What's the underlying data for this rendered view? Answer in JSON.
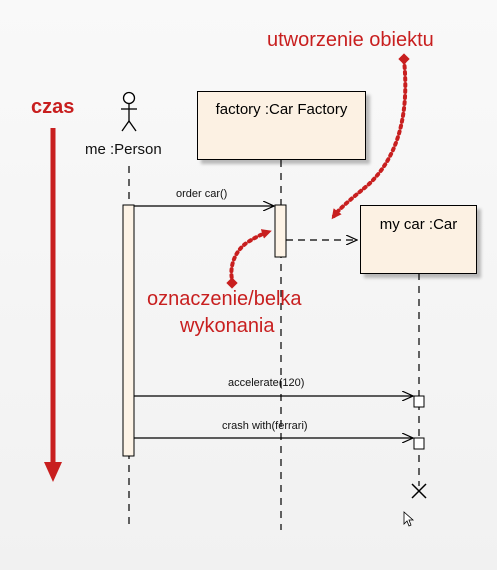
{
  "diagram": {
    "time_label": "czas",
    "actor_label": "me :Person",
    "factory_label": "factory :Car Factory",
    "car_label": "my car :Car",
    "msg_order": "order car()",
    "msg_accelerate": "accelerate(120)",
    "msg_crash": "crash with(ferrari)",
    "annotation_create": "utworzenie obiektu",
    "annotation_exec_line1": "oznaczenie/belka",
    "annotation_exec_line2": "wykonania",
    "colors": {
      "annotation": "#c81f1f",
      "object_fill": "#fcf1e3",
      "activation_fill": "#fdf3e6",
      "line": "#000000"
    }
  }
}
